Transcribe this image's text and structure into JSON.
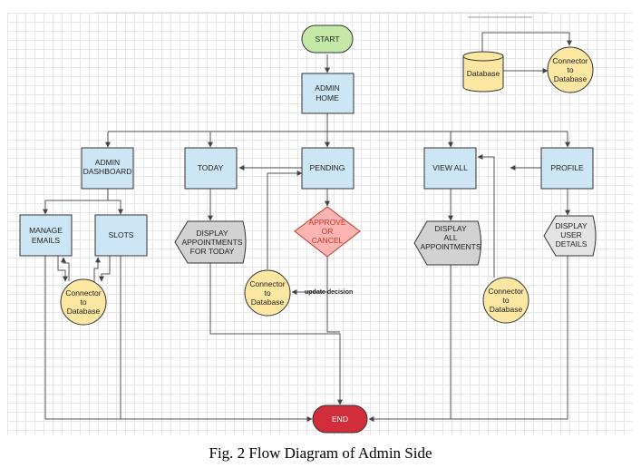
{
  "nodes": {
    "start": "START",
    "admin_home": [
      "ADMIN",
      "HOME"
    ],
    "admin_dashboard": [
      "ADMIN",
      "DASHBOARD"
    ],
    "today": "TODAY",
    "pending": "PENDING",
    "view_all": "VIEW ALL",
    "profile": "PROFILE",
    "manage_emails": [
      "MANAGE",
      "EMAILS"
    ],
    "slots": "SLOTS",
    "display_today": [
      "DISPLAY",
      "APPOINTMENTS",
      "FOR TODAY"
    ],
    "approve_cancel": [
      "APPROVE",
      "OR",
      "CANCEL"
    ],
    "display_all": [
      "DISPLAY",
      "ALL",
      "APPOINTMENTS"
    ],
    "display_user": [
      "DISPLAY",
      "USER",
      "DETAILS"
    ],
    "connector_top": [
      "Connector",
      "to",
      "Database"
    ],
    "connector_slots": [
      "Connector",
      "to",
      "Database"
    ],
    "connector_pending": [
      "Connector",
      "to",
      "Database"
    ],
    "connector_viewall": [
      "Connector",
      "to",
      "Database"
    ],
    "database": "Database",
    "end": "END"
  },
  "edge_labels": {
    "update_decision": "update decision"
  },
  "caption": "Fig. 2  Flow Diagram of Admin Side",
  "colors": {
    "process": "#cde6f5",
    "display": "#d2d2d2",
    "connector": "#fbe6a2",
    "start": "#c4e8a5",
    "end": "#d12d3a",
    "decision": "#fbb4b2"
  }
}
